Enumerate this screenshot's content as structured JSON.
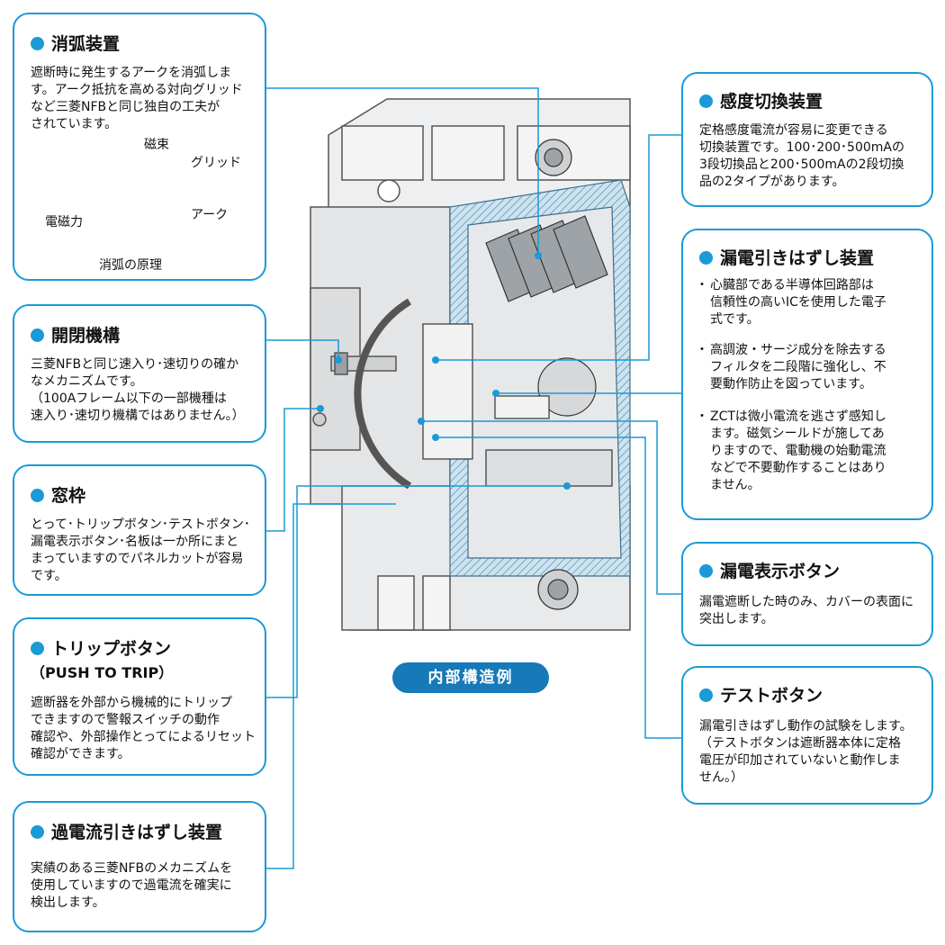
{
  "cards": {
    "shouko": {
      "title": "消弧装置",
      "body": "遮断時に発生するアークを消弧しま\nす。アーク抵抗を高める対向グリッド\nなど三菱NFBと同じ独自の工夫が\nされています。",
      "diagram": {
        "jisoku": "磁束",
        "grid": "グリッド",
        "denjiryoku": "電磁力",
        "arc": "アーク",
        "caption": "消弧の原理"
      }
    },
    "kaihei": {
      "title": "開閉機構",
      "body": "三菱NFBと同じ速入り･速切りの確か\nなメカニズムです。\n（100Aフレーム以下の一部機種は\n速入り･速切り機構ではありません。）"
    },
    "madowaku": {
      "title": "窓枠",
      "body": "とって･トリップボタン･テストボタン･\n漏電表示ボタン･名板は一か所にまと\nまっていますのでパネルカットが容易\nです。"
    },
    "trip": {
      "title": "トリップボタン",
      "subtitle": "（PUSH TO TRIP）",
      "body": "遮断器を外部から機械的にトリップ\nできますので警報スイッチの動作\n確認や、外部操作とってによるリセット\n確認ができます。"
    },
    "kadenryu": {
      "title": "過電流引きはずし装置",
      "body": "実績のある三菱NFBのメカニズムを\n使用していますので過電流を確実に\n検出します。"
    },
    "kando": {
      "title": "感度切換装置",
      "body": "定格感度電流が容易に変更できる\n切換装置です。100･200･500mAの\n3段切換品と200･500mAの2段切換\n品の2タイプがあります。"
    },
    "rouden_trip": {
      "title": "漏電引きはずし装置",
      "bullets": [
        "心臓部である半導体回路部は\n信頼性の高いICを使用した電子\n式です。",
        "高調波・サージ成分を除去する\nフィルタを二段階に強化し、不\n要動作防止を図っています。",
        "ZCTは微小電流を逃さず感知し\nます。磁気シールドが施してあ\nりますので、電動機の始動電流\nなどで不要動作することはあり\nません。"
      ]
    },
    "rouden_hyouji": {
      "title": "漏電表示ボタン",
      "body": "漏電遮断した時のみ、カバーの表面に\n突出します。"
    },
    "test": {
      "title": "テストボタン",
      "body": "漏電引きはずし動作の試験をします。\n（テストボタンは遮断器本体に定格\n電圧が印加されていないと動作しま\nせん。）"
    }
  },
  "badge": "内部構造例",
  "colors": {
    "accent": "#1a9ad6",
    "badge": "#1679b8",
    "hatch": "#6fa8c8"
  }
}
